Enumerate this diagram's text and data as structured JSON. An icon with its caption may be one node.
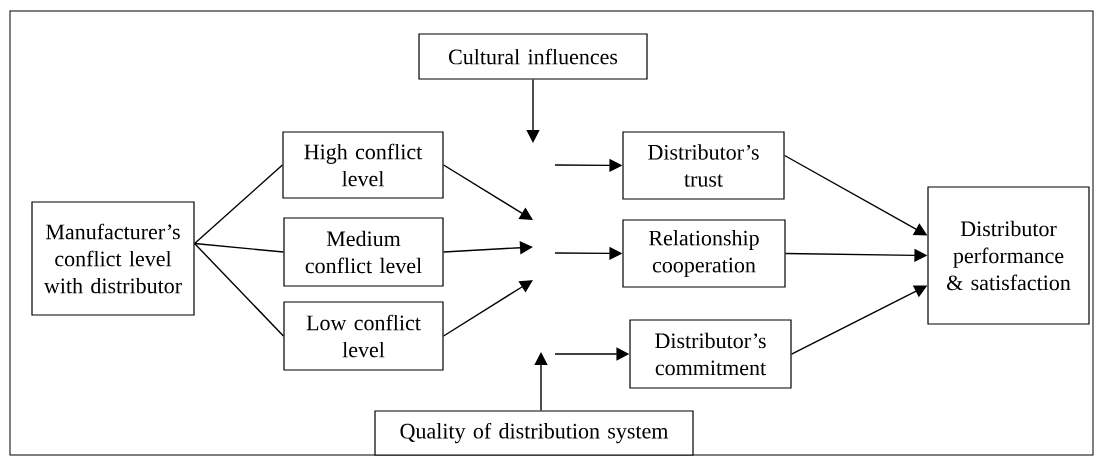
{
  "diagram": {
    "nodes": [
      {
        "text": [
          "Manufacturer’s conflict level with distributor"
        ]
      },
      {
        "text": [
          "High conflict level"
        ]
      },
      {
        "text": [
          "Medium conflict level"
        ]
      },
      {
        "text": [
          "Low conflict level"
        ]
      },
      {
        "text": [
          "Cultural influences"
        ]
      },
      {
        "text": [
          "Quality of distribution system"
        ]
      },
      {
        "text": [
          "Distributor’s trust"
        ]
      },
      {
        "text": [
          "Relationship cooperation"
        ]
      },
      {
        "text": [
          "Distributor’s commitment"
        ]
      },
      {
        "text": [
          "Distributor performance & satisfaction"
        ]
      }
    ],
    "edges": [
      {
        "from": 0,
        "to": 1,
        "arrow": "none"
      },
      {
        "from": 0,
        "to": 2,
        "arrow": "none"
      },
      {
        "from": 0,
        "to": 3,
        "arrow": "none"
      },
      {
        "from": 1,
        "to": null,
        "arrow": "to"
      },
      {
        "from": 2,
        "to": null,
        "arrow": "to"
      },
      {
        "from": 3,
        "to": null,
        "arrow": "to"
      },
      {
        "from": 4,
        "to": null,
        "arrow": "to"
      },
      {
        "from": 5,
        "to": null,
        "arrow": "to"
      },
      {
        "from": null,
        "to": 6,
        "arrow": "to"
      },
      {
        "from": null,
        "to": 7,
        "arrow": "to"
      },
      {
        "from": null,
        "to": 8,
        "arrow": "to"
      },
      {
        "from": 6,
        "to": 9,
        "arrow": "to"
      },
      {
        "from": 7,
        "to": 9,
        "arrow": "to"
      },
      {
        "from": 8,
        "to": 9,
        "arrow": "to"
      }
    ]
  }
}
